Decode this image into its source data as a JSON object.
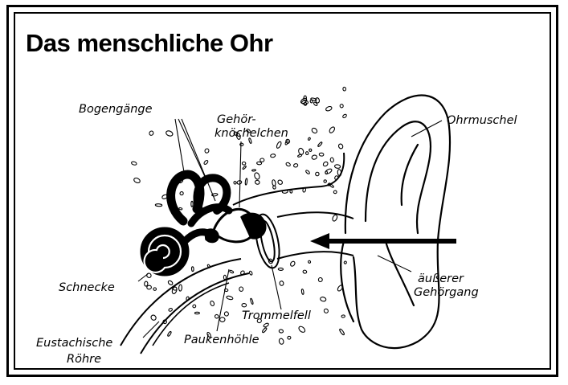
{
  "title": "Das menschliche Ohr",
  "labels": {
    "bogengaenge": "Bogengänge",
    "gehoer_line1": "Gehör-",
    "gehoer_line2": "knöchelchen",
    "ohrmuschel": "Ohrmuschel",
    "schnecke": "Schnecke",
    "aeusserer_line1": "äußerer",
    "aeusserer_line2": "Gehörgang",
    "trommelfell": "Trommelfell",
    "eustachische_line1": "Eustachische",
    "eustachische_line2": "Röhre",
    "paukenhoehle": "Paukenhöhle"
  },
  "colors": {
    "ink": "#000000",
    "paper": "#ffffff"
  },
  "icons": {
    "arrow": "arrow-left-icon"
  }
}
